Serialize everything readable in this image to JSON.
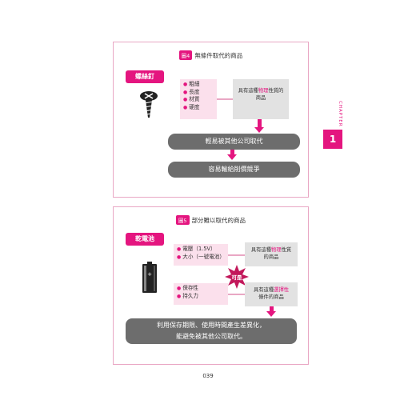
{
  "figure4": {
    "number": "圖4",
    "title": "無條件取代的商品",
    "item_label": "螺絲釘",
    "properties": [
      "粗細",
      "長度",
      "材質",
      "硬度"
    ],
    "note": {
      "before": "具有這種",
      "highlight": "物理",
      "after": "性質的",
      "line2": "商品"
    },
    "result1": "輕易被其他公司取代",
    "result2": "容易輸給削價競爭",
    "icon": "screw-icon"
  },
  "figure5": {
    "number": "圖5",
    "title": "部分難以取代的商品",
    "item_label": "乾電池",
    "properties_top": [
      "電壓（1.5V）",
      "大小（一號電池）"
    ],
    "properties_bottom": [
      "保存性",
      "持久力"
    ],
    "note_top": {
      "before": "具有這種",
      "highlight": "物理",
      "after": "性質",
      "line2": "的商品"
    },
    "note_bottom": {
      "before": "具有這種",
      "highlight": "選擇性",
      "after": "",
      "line2": "條件的商品"
    },
    "badge": "可是",
    "conclusion_line1": "利用保存期限、使用時間產生差異化，",
    "conclusion_line2": "能避免被其他公司取代。",
    "icon": "battery-icon"
  },
  "sidebar": {
    "chapter_label": "CHAPTER",
    "chapter_number": "1"
  },
  "page_number": "039",
  "colors": {
    "accent": "#e4157f",
    "pink_light": "#fbe0ec",
    "gray_box": "#e2e2e2",
    "bar": "#6d6d6d"
  }
}
